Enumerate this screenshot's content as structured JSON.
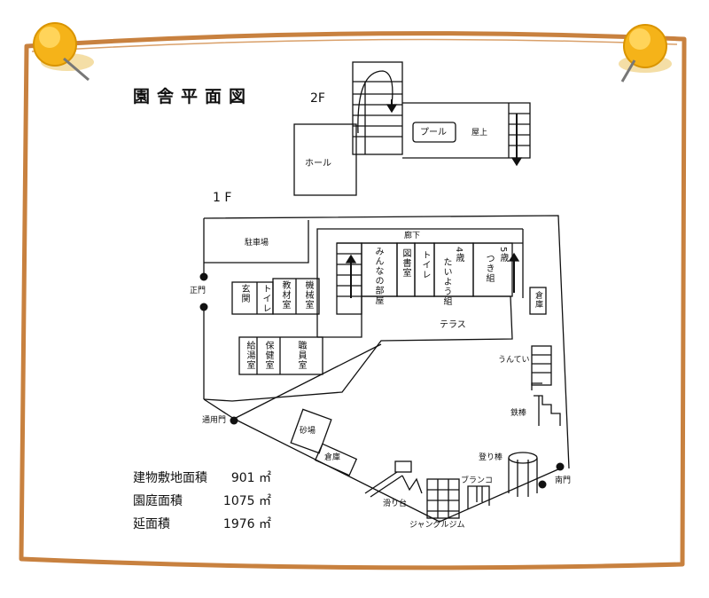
{
  "title": "園舎平面図",
  "floors": {
    "second": "2F",
    "first": "1 F"
  },
  "rooms_2f": {
    "hall": "ホール",
    "pool": "プール",
    "rooftop": "屋上"
  },
  "rooms_1f": {
    "parking": "駐車場",
    "corridor": "廊下",
    "main_gate": "正門",
    "entrance": "玄関",
    "toilet_a": "トイレ",
    "materials": "教材室",
    "machine": "機械室",
    "everyone": "みんなの部屋",
    "library": "図書室",
    "toilet_b": "トイレ",
    "age4_num": "4歳",
    "age4_class": "たいよう組",
    "age5_num": "5歳",
    "age5_class": "つき組",
    "storage_a": "倉庫",
    "kitchen": "給湯室",
    "health": "保健室",
    "staff": "職員室",
    "terrace": "テラス",
    "service_gate": "通用門"
  },
  "yard": {
    "unten": "うんてい",
    "tetsubo": "鉄棒",
    "sandbox": "砂場",
    "storage_b": "倉庫",
    "climbing_pole": "登り棒",
    "south_gate": "南門",
    "swing": "ブランコ",
    "slide": "滑り台",
    "jungle_gym": "ジャングルジム"
  },
  "stats": [
    {
      "label": "建物敷地面積",
      "value": "901 ㎡"
    },
    {
      "label": "園庭面積",
      "value": "1075 ㎡"
    },
    {
      "label": "延面積",
      "value": "1976 ㎡"
    }
  ],
  "colors": {
    "frame": "#c8813f",
    "pin": "#f5b319",
    "pin_light": "#ffd45a",
    "line": "#111111",
    "background": "#ffffff"
  }
}
